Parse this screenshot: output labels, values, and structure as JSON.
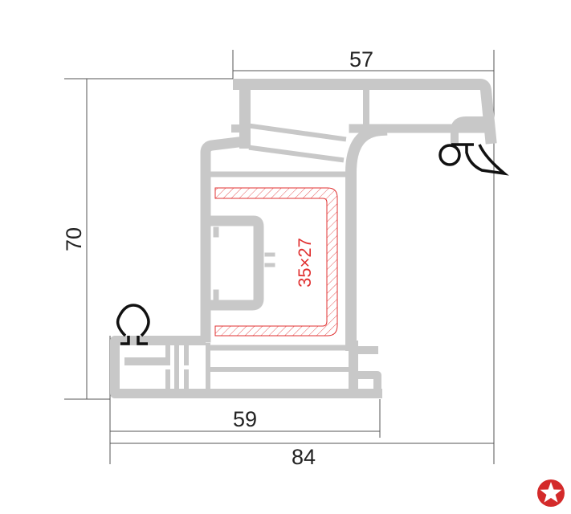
{
  "dimensions": {
    "top_width": "57",
    "height": "70",
    "base_width": "59",
    "total_width": "84"
  },
  "steel_reinforcement": {
    "label": "35×27",
    "color": "#e03030"
  },
  "profile_color": "#c8c8c8",
  "logo": {
    "icon": "red-star-badge",
    "color": "#d42a2a"
  }
}
